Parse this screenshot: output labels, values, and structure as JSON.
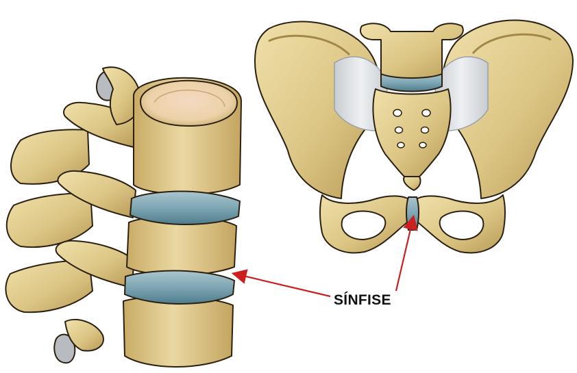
{
  "figure": {
    "label_text": "SÍNFISE",
    "colors": {
      "bone": "#e2cf95",
      "bone_shade": "#c1a25e",
      "bone_dark": "#8e7236",
      "bone_light": "#f2e6bf",
      "bone_pink": "#eec0a8",
      "disc": "#7fa7b4",
      "disc_dark": "#4f7d8d",
      "ligament": "#d9dde0",
      "cartilage": "#b8bcc0",
      "arrow": "#cc1f1f",
      "outline": "#2b2010"
    },
    "structures": [
      "lumbar-vertebrae",
      "intervertebral-disc",
      "pelvis",
      "pubic-symphysis",
      "sacrum",
      "sacroiliac-ligament"
    ]
  }
}
